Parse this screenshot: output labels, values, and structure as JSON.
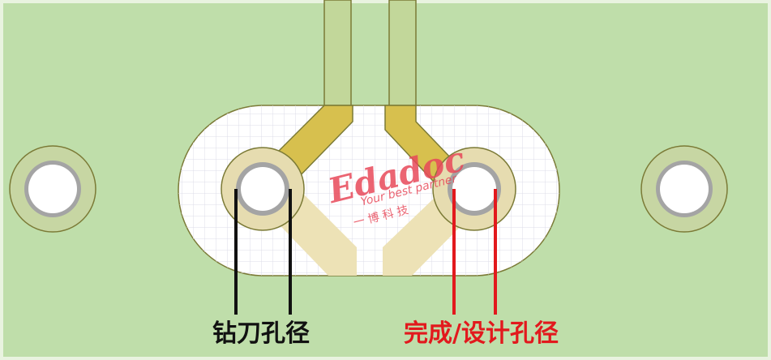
{
  "colors": {
    "board": "#bfdeaa",
    "board_edge": "#e9f3e0",
    "cutout": "#ffffff",
    "grid": "#dcdce8",
    "copper": "#d7c04e",
    "copper_faded": "#ede2b6",
    "outline": "#7b7a36",
    "drill_ring": "#a4a4a4",
    "drill_hole": "#ffffff",
    "watermark": "#e8495a",
    "left_marker": "#111111",
    "right_marker": "#e2191d"
  },
  "watermark": {
    "brand": "Edadoc",
    "slogan": "Your best partner",
    "chinese": "一 博 科 技"
  },
  "labels": {
    "drill_diameter": "钻刀孔径",
    "finished_diameter": "完成/设计孔径"
  }
}
